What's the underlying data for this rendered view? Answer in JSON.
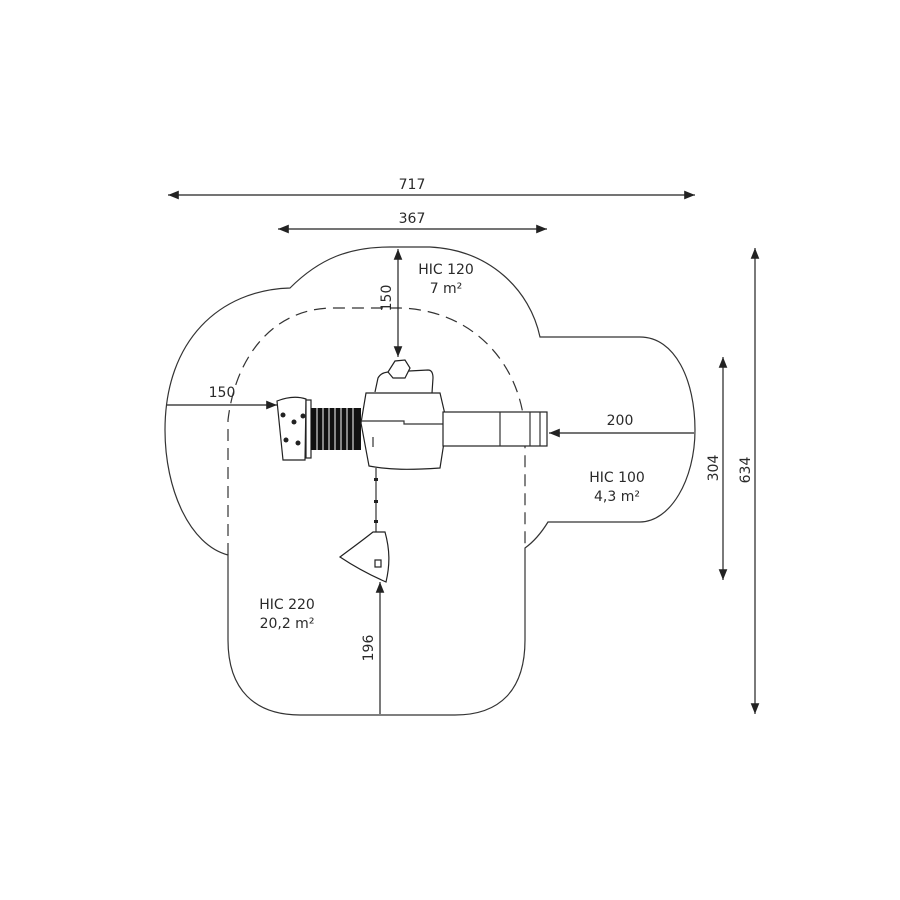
{
  "dimensions": {
    "total_width": "717",
    "equipment_width": "367",
    "top_clearance": "150",
    "left_clearance": "150",
    "slide_clearance": "200",
    "slide_zone_height": "304",
    "total_height": "634",
    "bottom_clearance": "196"
  },
  "zones": [
    {
      "hic": "HIC 120",
      "area": "7 m²"
    },
    {
      "hic": "HIC 100",
      "area": "4,3 m²"
    },
    {
      "hic": "HIC 220",
      "area": "20,2 m²"
    }
  ],
  "colors": {
    "line": "#333333",
    "background": "#ffffff"
  }
}
